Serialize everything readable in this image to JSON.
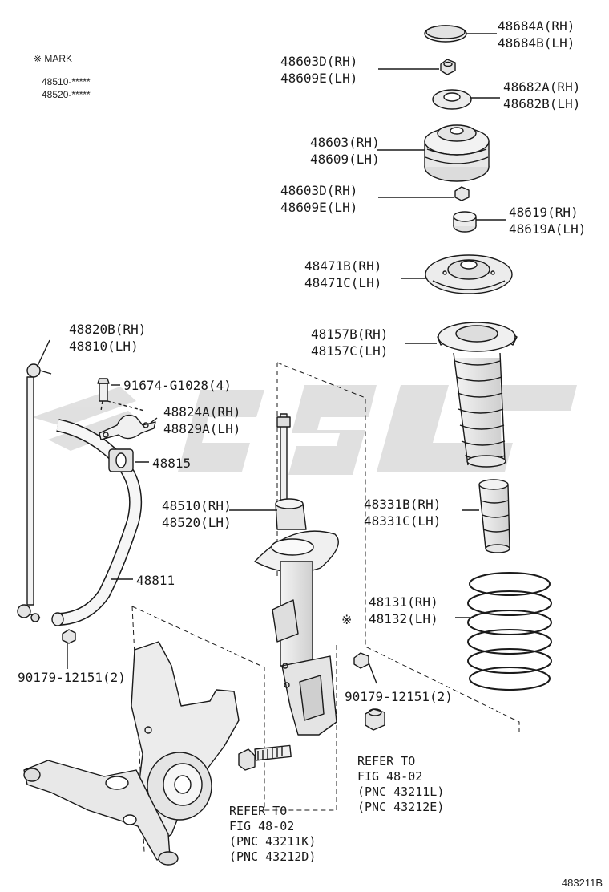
{
  "mark_legend": {
    "title": "※ MARK",
    "line1": "48510-*****",
    "line2": "48520-*****"
  },
  "labels": {
    "p48684": {
      "rh": "48684A(RH)",
      "lh": "48684B(LH)"
    },
    "p48603D_top": {
      "rh": "48603D(RH)",
      "lh": "48609E(LH)"
    },
    "p48682": {
      "rh": "48682A(RH)",
      "lh": "48682B(LH)"
    },
    "p48603": {
      "rh": "48603(RH)",
      "lh": "48609(LH)"
    },
    "p48603D_mid": {
      "rh": "48603D(RH)",
      "lh": "48609E(LH)"
    },
    "p48619": {
      "rh": "48619(RH)",
      "lh": "48619A(LH)"
    },
    "p48471": {
      "rh": "48471B(RH)",
      "lh": "48471C(LH)"
    },
    "p48157": {
      "rh": "48157B(RH)",
      "lh": "48157C(LH)"
    },
    "p48331": {
      "rh": "48331B(RH)",
      "lh": "48331C(LH)"
    },
    "p48131": {
      "rh": "48131(RH)",
      "lh": "48132(LH)"
    },
    "p48820": {
      "rh": "48820B(RH)",
      "lh": "48810(LH)"
    },
    "p91674": "91674-G1028(4)",
    "p48824": {
      "rh": "48824A(RH)",
      "lh": "48829A(LH)"
    },
    "p48815": "48815",
    "p48510": {
      "rh": "48510(RH)",
      "lh": "48520(LH)"
    },
    "p48811": "48811",
    "strut_mark": "※",
    "p90179_left": "90179-12151(2)",
    "p90179_right": "90179-12151(2)"
  },
  "refs": {
    "ref_right": [
      "REFER TO",
      "FIG 48-02",
      "(PNC 43211L)",
      "(PNC 43212E)"
    ],
    "ref_left": [
      "REFER TO",
      "FIG 48-02",
      "(PNC 43211K)",
      "(PNC 43212D)"
    ]
  },
  "footer": {
    "diagram_id": "483211B"
  }
}
